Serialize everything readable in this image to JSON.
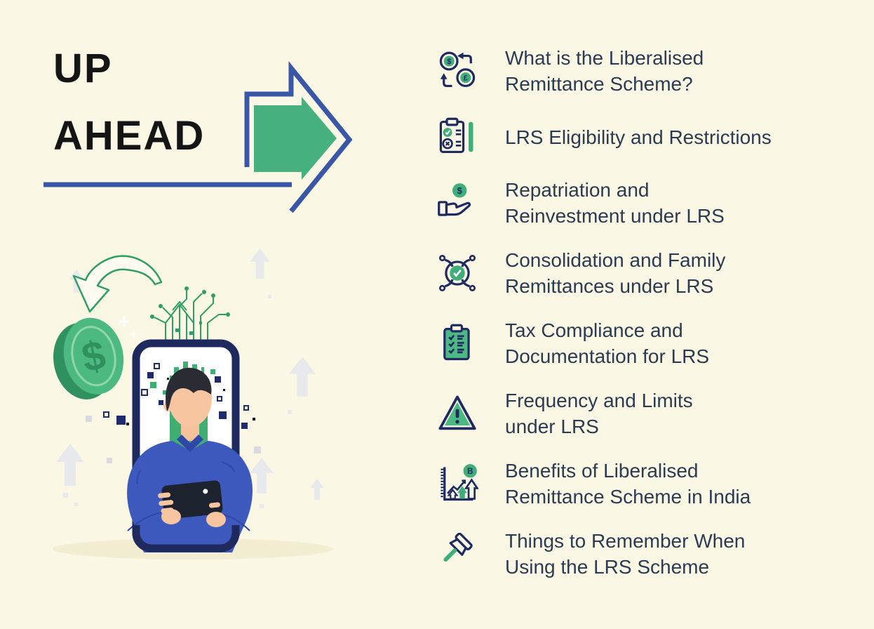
{
  "header": {
    "title_line1": "UP",
    "title_line2": "AHEAD",
    "arrow": "big-right-arrow-icon"
  },
  "colors": {
    "background": "#FAF7E4",
    "title_text": "#151515",
    "list_text": "#2B3B52",
    "icon_navy": "#1F2A60",
    "icon_green": "#3FAE7A",
    "arrow_green": "#46B17E",
    "arrow_blue": "#3A57A7"
  },
  "topics": [
    {
      "icon": "currency-exchange-icon",
      "lines": [
        "What is the Liberalised",
        "Remittance Scheme?"
      ]
    },
    {
      "icon": "eligibility-clipboard-icon",
      "lines": [
        "LRS Eligibility and Restrictions"
      ]
    },
    {
      "icon": "hand-coin-icon",
      "lines": [
        "Repatriation and",
        "Reinvestment under LRS"
      ]
    },
    {
      "icon": "family-network-icon",
      "lines": [
        "Consolidation and Family",
        "Remittances under LRS"
      ]
    },
    {
      "icon": "tax-checklist-icon",
      "lines": [
        "Tax Compliance and",
        "Documentation for LRS"
      ]
    },
    {
      "icon": "warning-triangle-icon",
      "lines": [
        "Frequency and Limits",
        "under LRS"
      ]
    },
    {
      "icon": "growth-chart-icon",
      "lines": [
        "Benefits of Liberalised",
        "Remittance Scheme in India"
      ]
    },
    {
      "icon": "push-pin-icon",
      "lines": [
        "Things to Remember When",
        "Using the LRS Scheme"
      ]
    }
  ],
  "illustration": {
    "parts": [
      "curved-arrow-icon",
      "dollar-coin-icon",
      "circuit-traces",
      "smartphone-frame",
      "person-with-tablet",
      "tablet",
      "up-trend-arrows",
      "scatter-squares",
      "shadow-ellipse"
    ],
    "coin_symbol": "$",
    "chart_coin_symbol": "B"
  }
}
